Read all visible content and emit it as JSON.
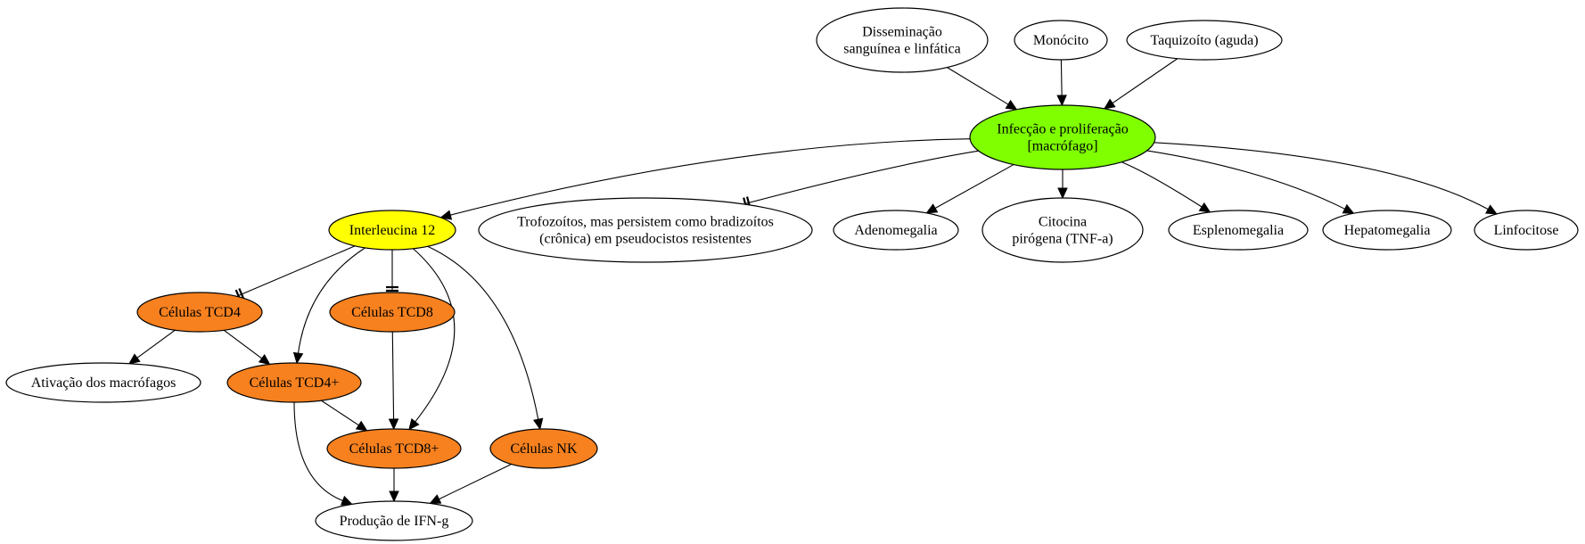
{
  "colors": {
    "infection": "#7fff00",
    "interleukin": "#ffff00",
    "cell": "#f7811f",
    "plain": "#ffffff"
  },
  "nodes": [
    {
      "id": "disseminacao",
      "lines": [
        "Disseminação",
        "sanguínea e linfática"
      ],
      "color": "plain"
    },
    {
      "id": "monocito",
      "lines": [
        "Monócito"
      ],
      "color": "plain"
    },
    {
      "id": "taquizoito",
      "lines": [
        "Taquizoíto (aguda)"
      ],
      "color": "plain"
    },
    {
      "id": "infeccao",
      "lines": [
        "Infecção e proliferação",
        "[macrófago]"
      ],
      "color": "infection"
    },
    {
      "id": "il12",
      "lines": [
        "Interleucina 12"
      ],
      "color": "interleukin"
    },
    {
      "id": "trofozoitos",
      "lines": [
        "Trofozoítos, mas persistem como bradizoítos",
        "(crônica) em pseudocistos resistentes"
      ],
      "color": "plain"
    },
    {
      "id": "adenomegalia",
      "lines": [
        "Adenomegalia"
      ],
      "color": "plain"
    },
    {
      "id": "citocina",
      "lines": [
        "Citocina",
        "pirógena (TNF-a)"
      ],
      "color": "plain"
    },
    {
      "id": "esplenomegalia",
      "lines": [
        "Esplenomegalia"
      ],
      "color": "plain"
    },
    {
      "id": "hepatomegalia",
      "lines": [
        "Hepatomegalia"
      ],
      "color": "plain"
    },
    {
      "id": "linfocitose",
      "lines": [
        "Linfocitose"
      ],
      "color": "plain"
    },
    {
      "id": "tcd4",
      "lines": [
        "Células TCD4"
      ],
      "color": "cell"
    },
    {
      "id": "tcd8",
      "lines": [
        "Células TCD8"
      ],
      "color": "cell"
    },
    {
      "id": "ativacao",
      "lines": [
        "Ativação dos macrófagos"
      ],
      "color": "plain"
    },
    {
      "id": "tcd4plus",
      "lines": [
        "Células TCD4+"
      ],
      "color": "cell"
    },
    {
      "id": "tcd8plus",
      "lines": [
        "Células TCD8+"
      ],
      "color": "cell"
    },
    {
      "id": "nk",
      "lines": [
        "Células NK"
      ],
      "color": "cell"
    },
    {
      "id": "ifn",
      "lines": [
        "Produção de IFN-g"
      ],
      "color": "plain"
    }
  ],
  "edges": [
    {
      "from": "disseminacao",
      "to": "infeccao",
      "head": "arrow"
    },
    {
      "from": "monocito",
      "to": "infeccao",
      "head": "arrow"
    },
    {
      "from": "taquizoito",
      "to": "infeccao",
      "head": "arrow"
    },
    {
      "from": "infeccao",
      "to": "il12",
      "head": "arrow"
    },
    {
      "from": "infeccao",
      "to": "trofozoitos",
      "head": "tee"
    },
    {
      "from": "infeccao",
      "to": "adenomegalia",
      "head": "arrow"
    },
    {
      "from": "infeccao",
      "to": "citocina",
      "head": "arrow"
    },
    {
      "from": "infeccao",
      "to": "esplenomegalia",
      "head": "arrow"
    },
    {
      "from": "infeccao",
      "to": "hepatomegalia",
      "head": "arrow"
    },
    {
      "from": "infeccao",
      "to": "linfocitose",
      "head": "arrow"
    },
    {
      "from": "il12",
      "to": "tcd4",
      "head": "tee"
    },
    {
      "from": "il12",
      "to": "tcd8",
      "head": "tee"
    },
    {
      "from": "il12",
      "to": "tcd4plus",
      "head": "arrow"
    },
    {
      "from": "il12",
      "to": "tcd8plus",
      "head": "arrow"
    },
    {
      "from": "il12",
      "to": "nk",
      "head": "arrow"
    },
    {
      "from": "tcd4",
      "to": "ativacao",
      "head": "arrow"
    },
    {
      "from": "tcd4",
      "to": "tcd4plus",
      "head": "arrow"
    },
    {
      "from": "tcd8",
      "to": "tcd8plus",
      "head": "arrow"
    },
    {
      "from": "tcd4plus",
      "to": "tcd8plus",
      "head": "arrow"
    },
    {
      "from": "tcd4plus",
      "to": "ifn",
      "head": "arrow"
    },
    {
      "from": "tcd8plus",
      "to": "ifn",
      "head": "arrow"
    },
    {
      "from": "nk",
      "to": "ifn",
      "head": "arrow"
    }
  ]
}
